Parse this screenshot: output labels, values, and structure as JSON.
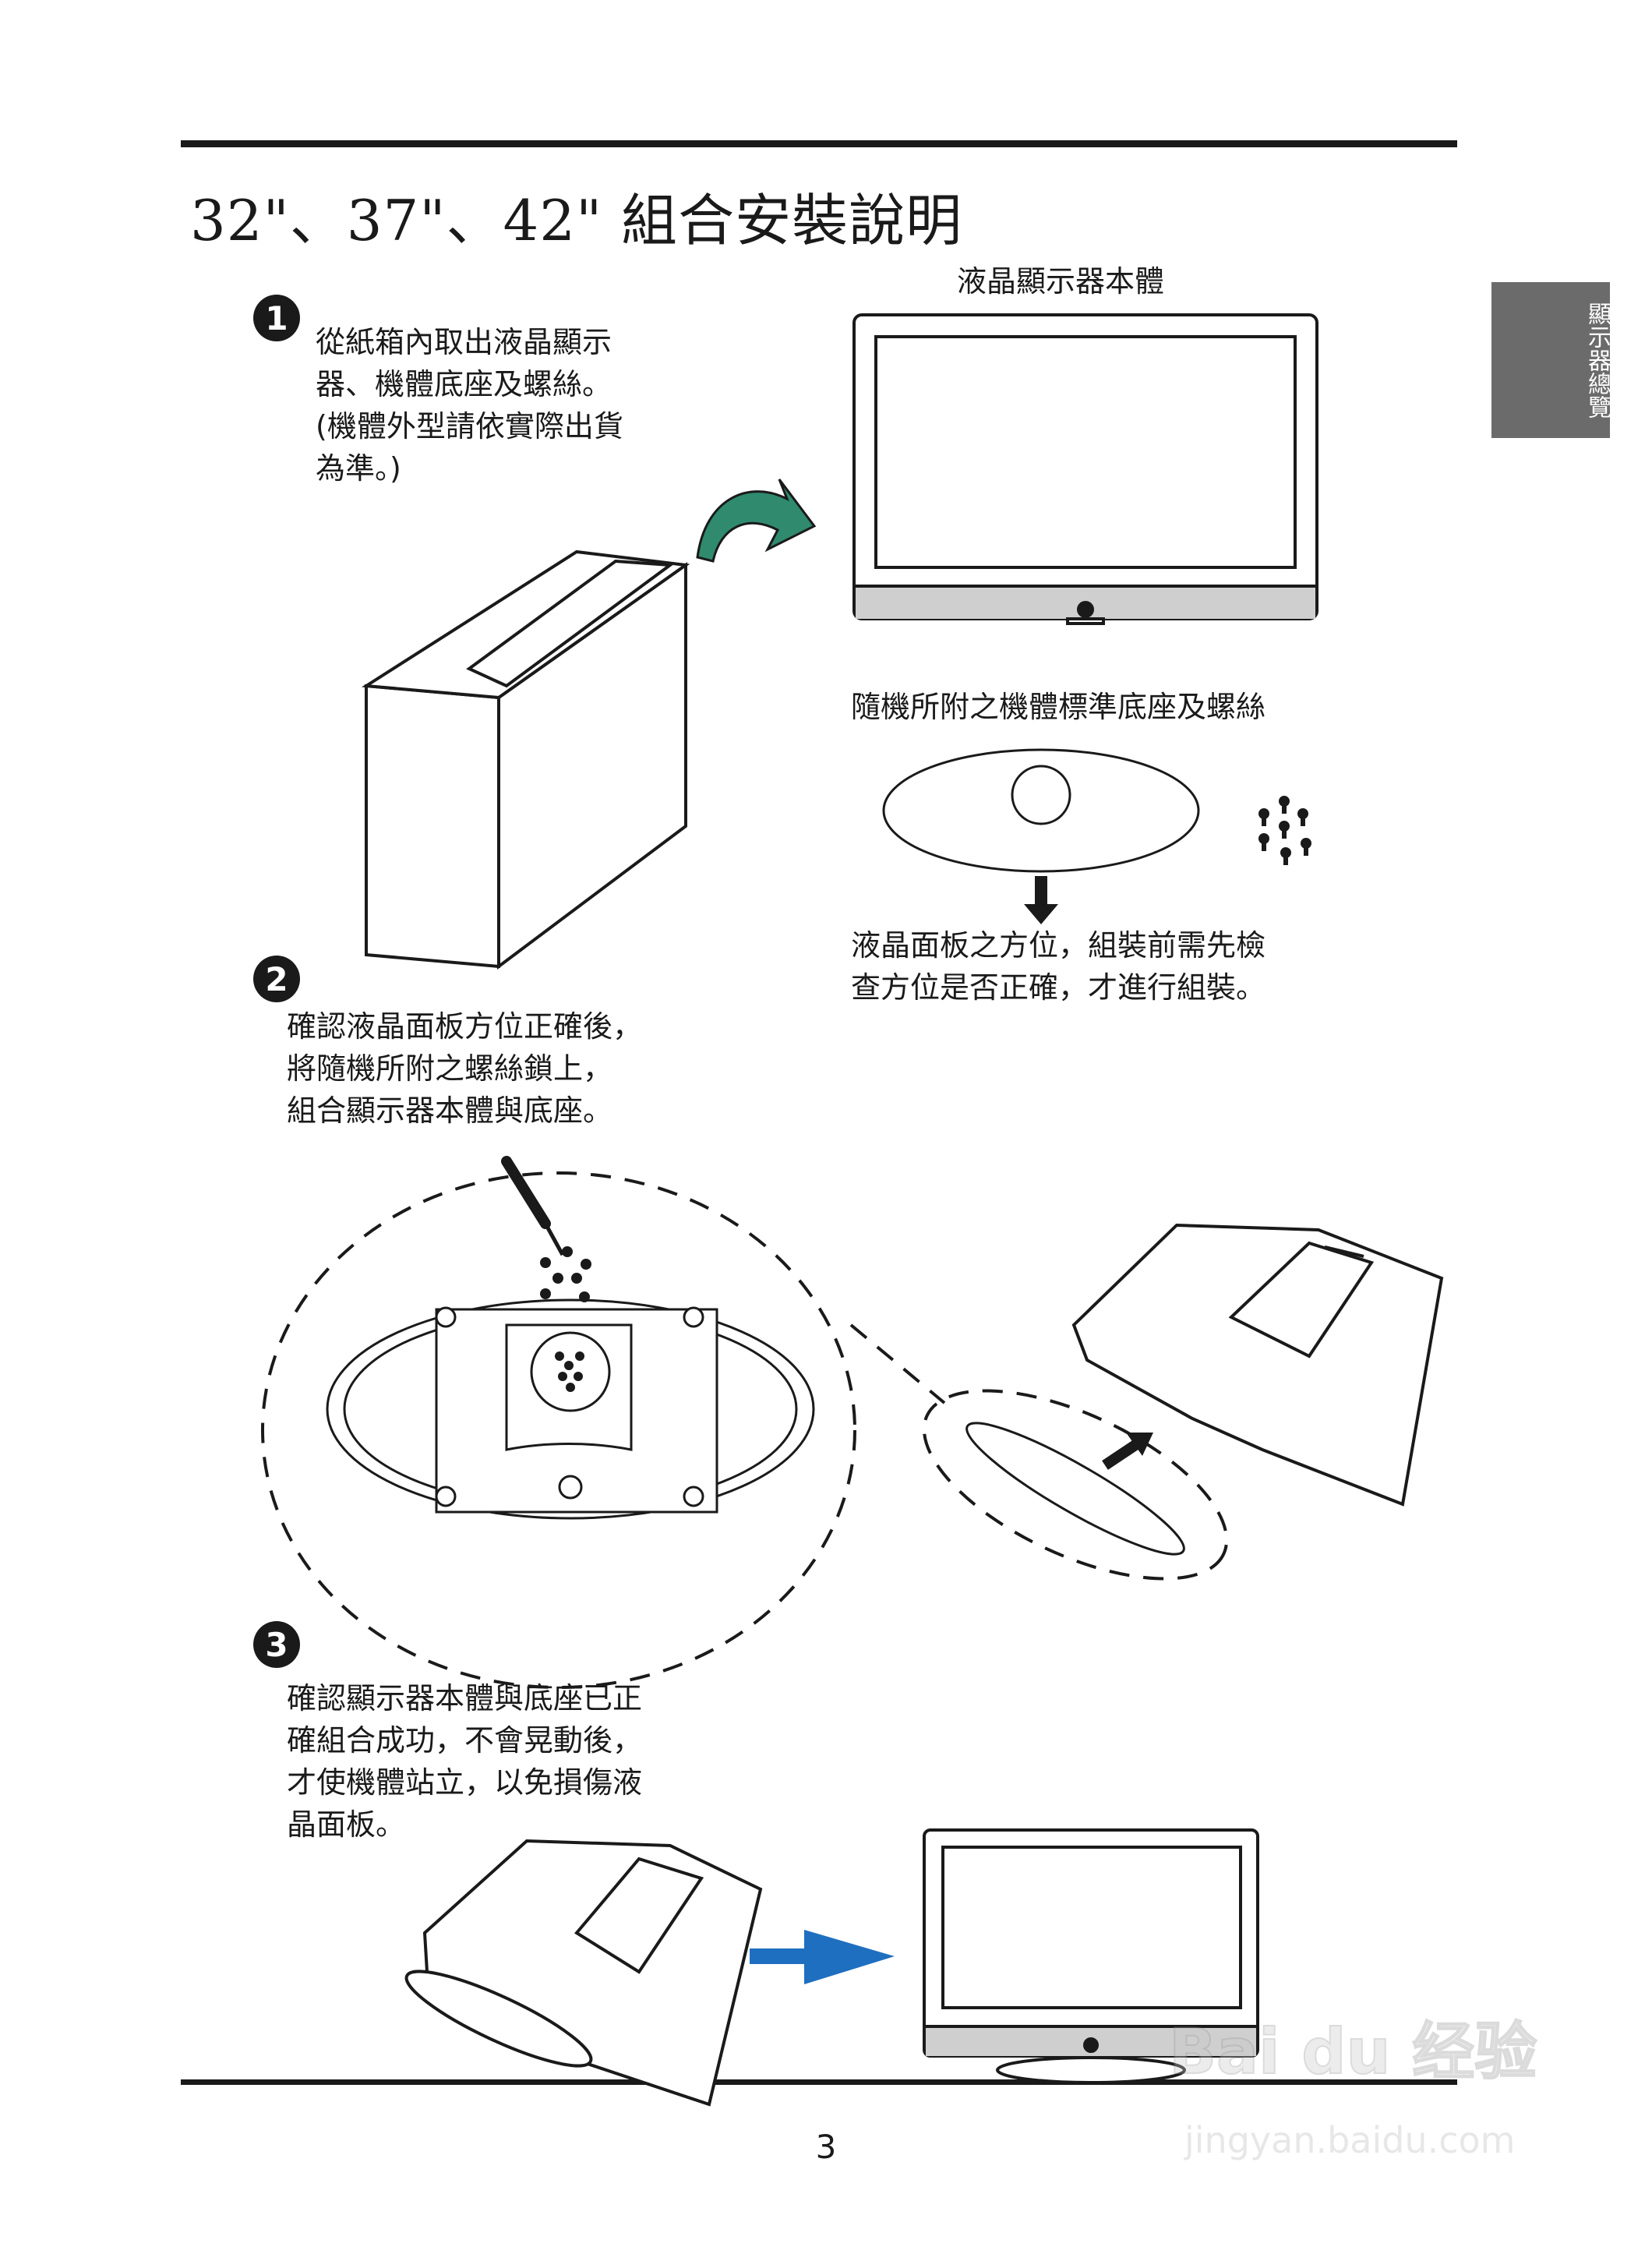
{
  "heading": {
    "title": "32\"、37\"、42\" 組合安裝說明"
  },
  "side_tab": {
    "label": "顯示器總覽"
  },
  "steps": [
    {
      "number": "1",
      "text": "從紙箱內取出液晶顯示\n器、機體底座及螺絲。\n(機體外型請依實際出貨\n為準。)"
    },
    {
      "number": "2",
      "text": "確認液晶面板方位正確後，\n將隨機所附之螺絲鎖上，\n組合顯示器本體與底座。"
    },
    {
      "number": "3",
      "text": "確認顯示器本體與底座已正\n確組合成功，不會晃動後，\n才使機體站立，以免損傷液\n晶面板。"
    }
  ],
  "captions": {
    "monitor_body": "液晶顯示器本體",
    "stand_and_screws": "隨機所附之機體標準底座及螺絲",
    "orientation_note": "液晶面板之方位，組裝前需先檢\n查方位是否正確，才進行組裝。"
  },
  "watermark": {
    "brand": "Bai du 经验",
    "url": "jingyan.baidu.com"
  },
  "page_number": "3",
  "colors": {
    "arrow_green": "#2f8a6e",
    "arrow_blue": "#1f6fc0",
    "tab_gray": "#6b6b6b"
  }
}
